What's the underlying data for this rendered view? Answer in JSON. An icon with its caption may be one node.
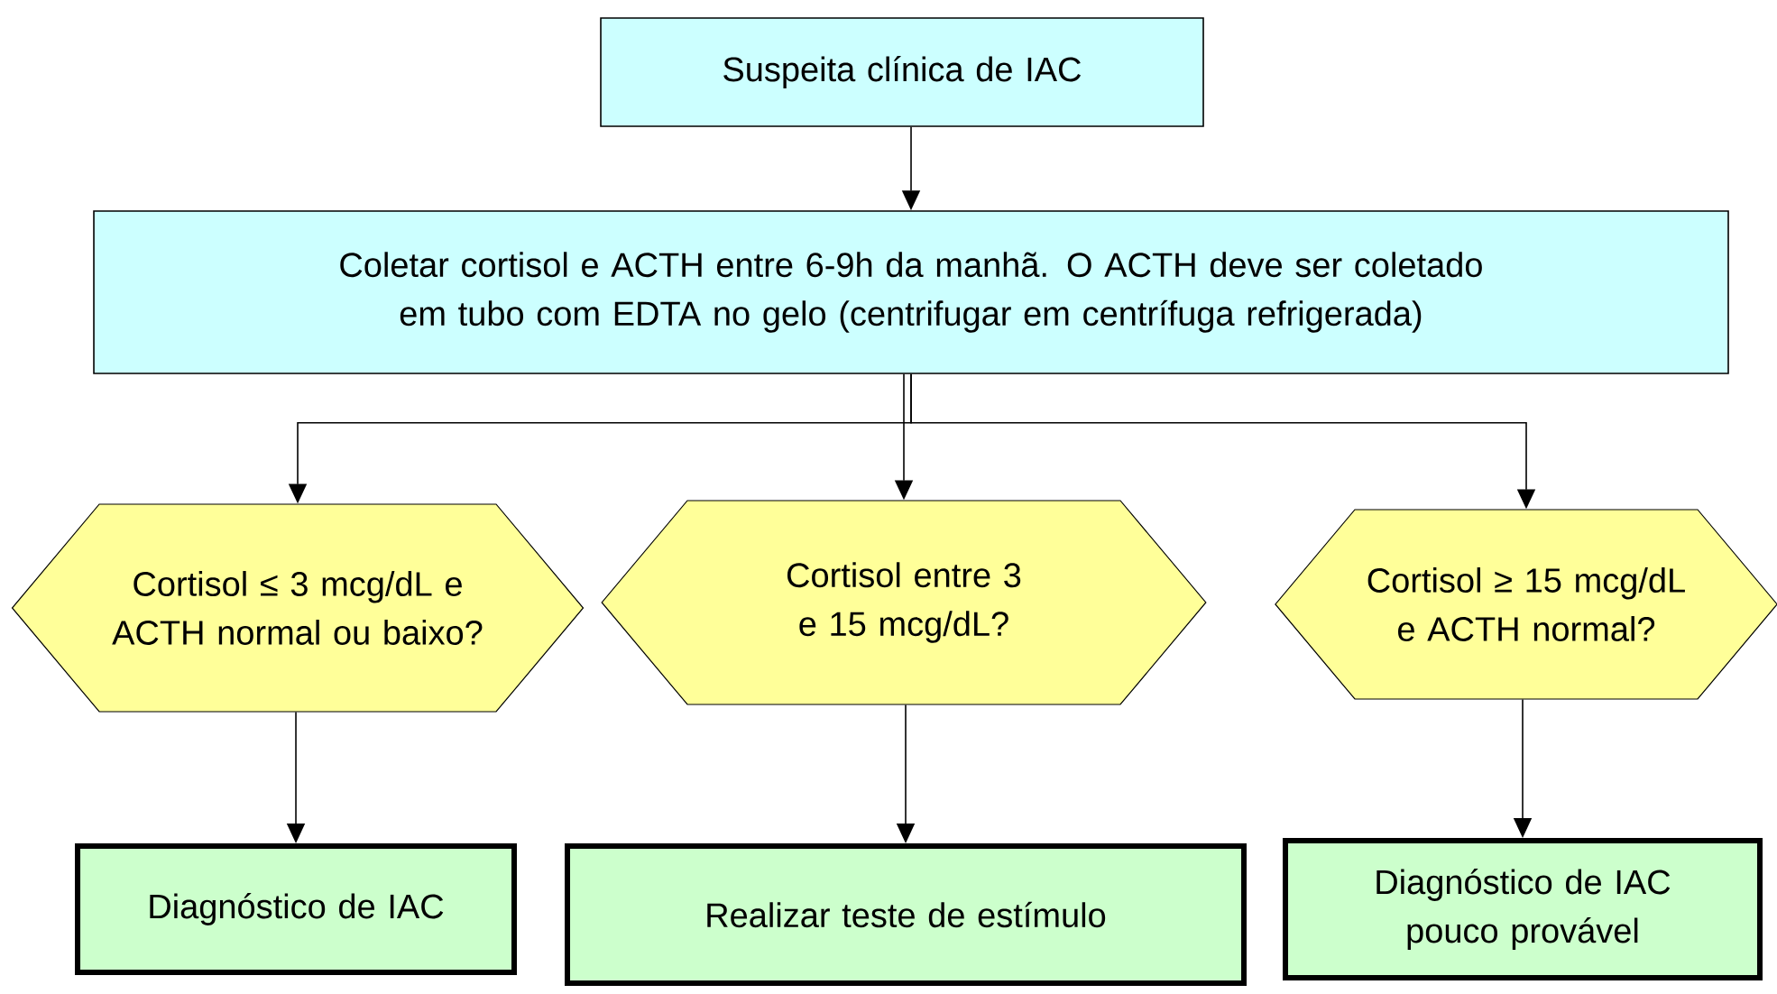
{
  "diagram": {
    "nodes": [
      {
        "text": [
          "Suspeita clínica de IAC"
        ]
      },
      {
        "text": [
          "Coletar cortisol e ACTH entre 6-9h da manhã. O ACTH deve ser coletado em tubo com EDTA no gelo (centrifugar em centrífuga refrigerada)"
        ]
      },
      {
        "text": [
          "Cortisol ≤ 3 mcg/dL e ACTH normal ou baixo?"
        ]
      },
      {
        "text": [
          "Cortisol entre 3 e 15 mcg/dL?"
        ]
      },
      {
        "text": [
          "Cortisol ≥ 15 mcg/dL e ACTH normal?"
        ]
      },
      {
        "text": [
          "Diagnóstico de IAC"
        ]
      },
      {
        "text": [
          "Realizar teste de estímulo"
        ]
      },
      {
        "text": [
          "Diagnóstico de IAC pouco provável"
        ]
      }
    ],
    "edges": [
      {
        "from": 0,
        "to": 1,
        "arrow": "to"
      },
      {
        "from": 1,
        "to": 2,
        "arrow": "to"
      },
      {
        "from": 1,
        "to": 3,
        "arrow": "to"
      },
      {
        "from": 1,
        "to": 4,
        "arrow": "to"
      },
      {
        "from": 2,
        "to": 5,
        "arrow": "to"
      },
      {
        "from": 3,
        "to": 6,
        "arrow": "to"
      },
      {
        "from": 4,
        "to": 7,
        "arrow": "to"
      }
    ]
  }
}
